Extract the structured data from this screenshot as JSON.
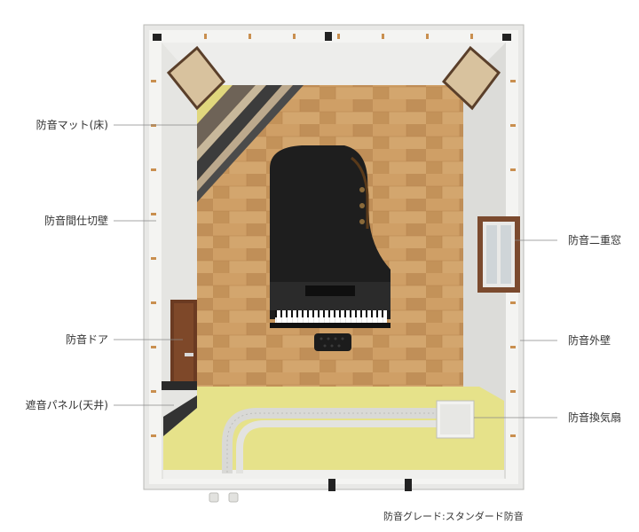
{
  "diagram": {
    "callouts_left": [
      {
        "id": "mat",
        "text": "防音マット(床)"
      },
      {
        "id": "partition",
        "text": "防音間仕切壁"
      },
      {
        "id": "door",
        "text": "防音ドア"
      },
      {
        "id": "ceiling",
        "text": "遮音パネル(天井)"
      }
    ],
    "callouts_right": [
      {
        "id": "window",
        "text": "防音二重窓"
      },
      {
        "id": "outer-wall",
        "text": "防音外壁"
      },
      {
        "id": "fan",
        "text": "防音換気扇"
      }
    ],
    "caption": "防音グレード:スタンダード防音"
  },
  "colors": {
    "floor": "#c9985e",
    "wall": "#ececea",
    "insulation": "#e6e28a",
    "piano": "#1e1e1e",
    "door": "#6b3b22"
  }
}
